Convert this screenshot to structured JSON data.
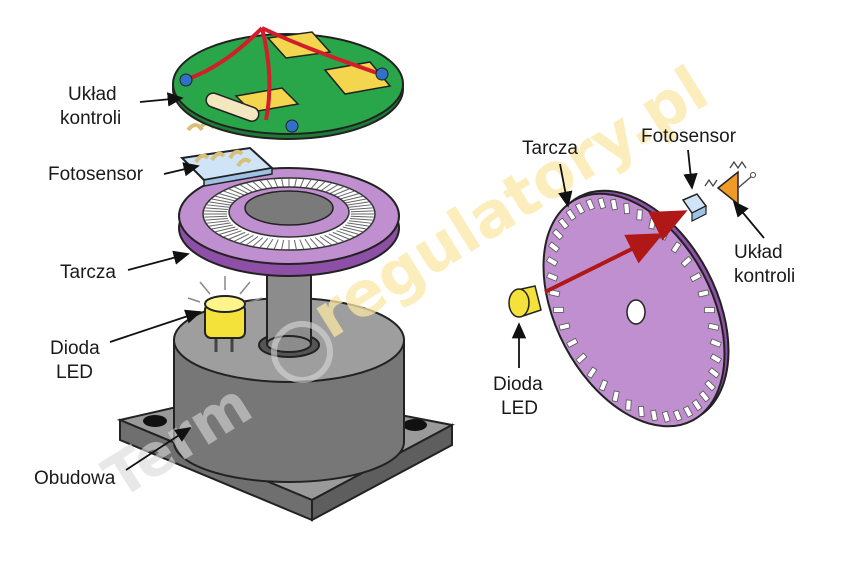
{
  "left_labels": {
    "control_board": [
      "Układ",
      "kontroli"
    ],
    "photosensor": "Fotosensor",
    "disc": "Tarcza",
    "led": [
      "Dioda",
      "LED"
    ],
    "housing": "Obudowa"
  },
  "right_labels": {
    "disc": "Tarcza",
    "photosensor": "Fotosensor",
    "control_board": [
      "Układ",
      "kontroli"
    ],
    "led": [
      "Dioda",
      "LED"
    ]
  },
  "watermark": {
    "brand": "regulatory.pl",
    "prefix": "Term"
  },
  "colors": {
    "board_green": "#2aa64a",
    "disc_purple": "#c08fd0",
    "disc_rim": "#8e4fa6",
    "led_yellow": "#f4e23a",
    "housing_gray": "#8a8a8a",
    "beam_red": "#b01818",
    "amp_orange": "#f29a28"
  }
}
